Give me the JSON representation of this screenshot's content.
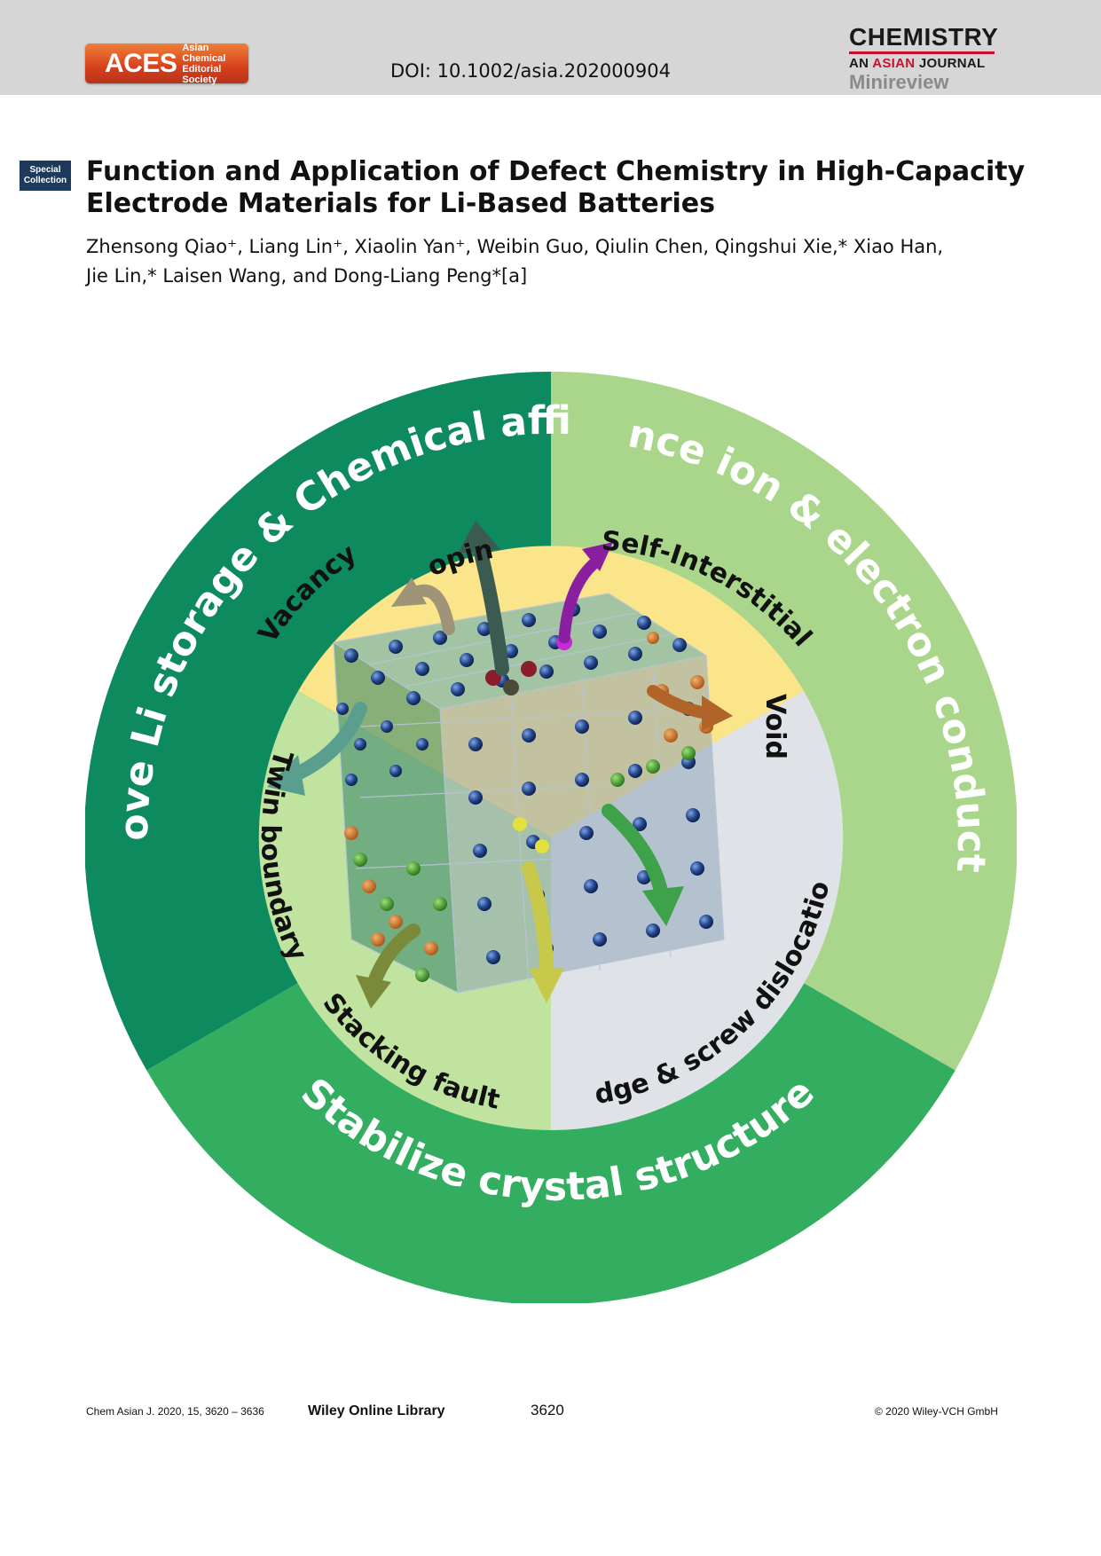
{
  "header": {
    "logo_abbr": "ACES",
    "logo_line1": "Asian Chemical",
    "logo_line2": "Editorial Society",
    "doi": "DOI: 10.1002/asia.202000904",
    "journal_name": "CHEMISTRY",
    "journal_sub_an": "AN",
    "journal_sub_asian": "ASIAN",
    "journal_sub_journal": "JOURNAL",
    "article_type": "Minireview"
  },
  "badge": {
    "line1": "Special",
    "line2": "Collection"
  },
  "article": {
    "title_line1": "Function and Application of Defect Chemistry in High-Capacity",
    "title_line2": "Electrode Materials for Li-Based Batteries",
    "authors_line1": "Zhensong Qiao⁺, Liang Lin⁺, Xiaolin Yan⁺, Weibin Guo, Qiulin Chen, Qingshui Xie,* Xiao Han,",
    "authors_line2": "Jie Lin,* Laisen Wang, and Dong-Liang Peng*[a]"
  },
  "figure": {
    "outer_labels": {
      "top_left": "Improve Li storage & Chemical affinity",
      "right": "Enhance ion & electron conductivity",
      "bottom": "Stabilize crystal structure"
    },
    "defect_labels": {
      "vacancy": "Vacancy",
      "doping": "Doping",
      "self_interstitial": "Self-Interstitial",
      "void": "Void",
      "edge_screw": "Edge & screw dislocation",
      "stacking_fault": "Stacking fault",
      "twin_boundary": "Twin boundary"
    },
    "colors": {
      "dark_green": "#0e8a5f",
      "light_green": "#a9d68a",
      "mid_green": "#33ad5f",
      "yellow": "#fbe58b",
      "pale_green": "#c1e3a0",
      "grey": "#dfe2e6"
    }
  },
  "footer": {
    "citation": "Chem Asian J. 2020, 15, 3620 – 3636",
    "library": "Wiley Online Library",
    "page": "3620",
    "copyright": "© 2020 Wiley-VCH GmbH"
  }
}
